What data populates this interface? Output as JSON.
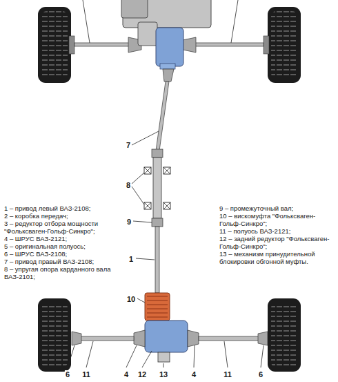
{
  "diagram": {
    "labels": [
      "7",
      "8",
      "9",
      "1",
      "10",
      "6",
      "11",
      "4",
      "12",
      "13",
      "4",
      "11",
      "6",
      "1 – привод левый ВАЗ-2108;",
      "2 – коробка передач;",
      "3 – редуктор отбора мощности \"Фольксваген-Гольф-Синкро\";",
      "4 – ШРУС ВАЗ-2121;",
      "5 – оригинальная полуось;",
      "6 – ШРУС ВАЗ-2108;",
      "7 – привод правый ВАЗ-2108;",
      "8 – упругая опора карданного вала ВАЗ-2101;",
      "9 – промежуточный вал;",
      "10 – вискомуфта \"Фольксваген-Гольф-Синкро\";",
      "11 – полуось ВАЗ-2121;",
      "12 – задний редуктор \"Фольксваген-Гольф-Синкро\";",
      "13 – механизм принудительной блокировки обгонной муфты."
    ]
  }
}
